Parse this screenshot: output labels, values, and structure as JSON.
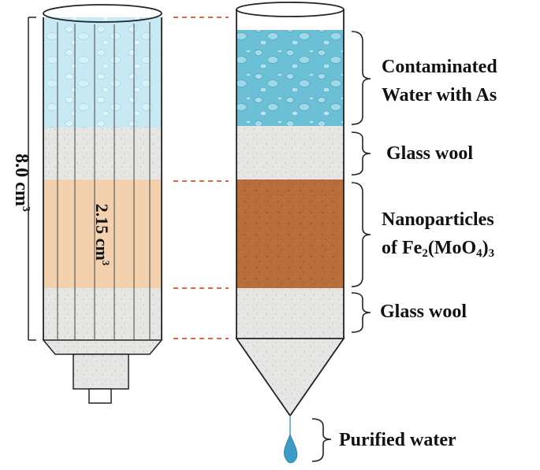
{
  "left_column": {
    "total_volume_label": "8.0 cm",
    "total_volume_sup": "3",
    "bed_volume_label": "2.15 cm",
    "bed_volume_sup": "3"
  },
  "right_column": {
    "labels": {
      "contaminated_line1": "Contaminated",
      "contaminated_line2": "Water with As",
      "glass_wool_top": "Glass wool",
      "nano_line1": "Nanoparticles",
      "nano_line2_prefix": "of Fe",
      "nano_line2_sub1": "2",
      "nano_line2_mid": "(MoO",
      "nano_line2_sub2": "4",
      "nano_line2_paren": ")",
      "nano_line2_sub3": "3",
      "glass_wool_bottom": "Glass wool",
      "purified": "Purified water"
    }
  },
  "colors": {
    "water": "#6fc3d8",
    "glass_wool": "#e4e4e2",
    "nanoparticles": "#b46a38",
    "left_nano_band": "#f3cfa9",
    "guide_dash": "#e0502a",
    "droplet": "#3d9bc8"
  }
}
